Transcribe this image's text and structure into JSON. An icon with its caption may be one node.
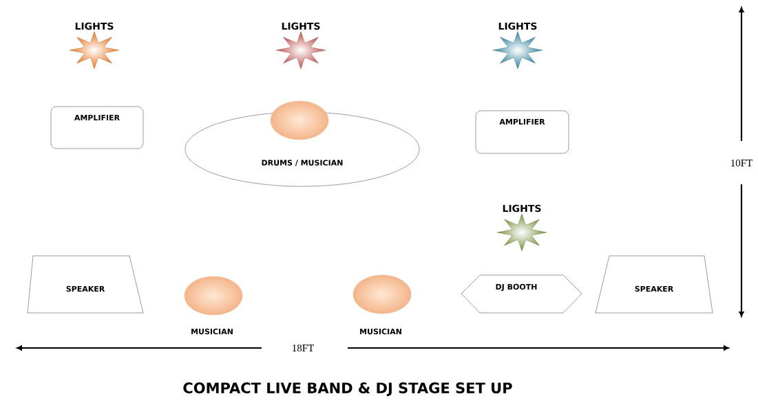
{
  "diagram": {
    "title": "COMPACT LIVE BAND & DJ STAGE SET UP",
    "nodes": [
      {
        "text": [
          "LIGHTS"
        ]
      },
      {
        "text": [
          "LIGHTS"
        ]
      },
      {
        "text": [
          "LIGHTS"
        ]
      },
      {
        "text": [
          "AMPLIFIER"
        ]
      },
      {
        "text": [
          "DRUMS / MUSICIAN"
        ]
      },
      {
        "text": [
          "AMPLIFIER"
        ]
      },
      {
        "text": [
          "LIGHTS"
        ]
      },
      {
        "text": [
          "SPEAKER"
        ]
      },
      {
        "text": [
          "MUSICIAN"
        ]
      },
      {
        "text": [
          "MUSICIAN"
        ]
      },
      {
        "text": [
          "DJ BOOTH"
        ]
      },
      {
        "text": [
          "SPEAKER"
        ]
      }
    ],
    "labels": [
      "10FT",
      "18FT"
    ]
  }
}
